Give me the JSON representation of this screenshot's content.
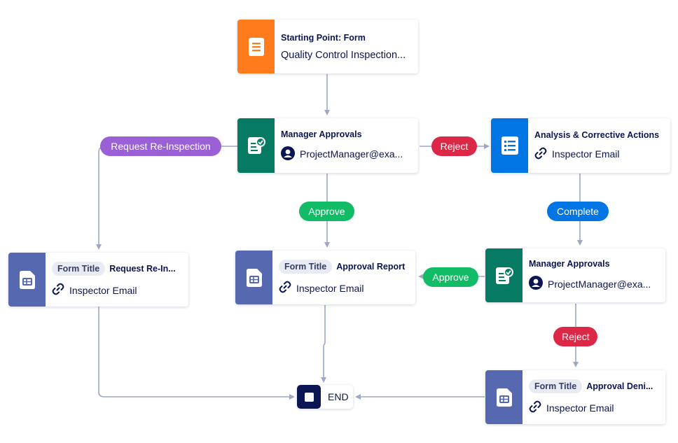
{
  "colors": {
    "orange": "#ff7b1c",
    "green": "#077a63",
    "blue": "#0075e3",
    "indigo": "#5568b0",
    "purple": "#9b60d6",
    "red": "#dc2846",
    "approve_green": "#12bc66",
    "navy": "#0a1551",
    "connector": "#a0a6c6"
  },
  "nodes": {
    "start": {
      "title": "Starting Point: Form",
      "subtitle": "Quality Control Inspection...",
      "icon": "form-icon"
    },
    "manager_approval_1": {
      "title": "Manager Approvals",
      "subtitle": "ProjectManager@exa...",
      "icon": "approval-icon",
      "sub_icon": "user-icon"
    },
    "analysis": {
      "title": "Analysis & Corrective Actions",
      "subtitle": "Inspector Email",
      "icon": "checklist-icon",
      "sub_icon": "link-icon"
    },
    "request_reinspection": {
      "chip": "Form Title",
      "title": "Request Re-In...",
      "subtitle": "Inspector Email",
      "icon": "form-table-icon",
      "sub_icon": "link-icon"
    },
    "approval_report": {
      "chip": "Form Title",
      "title": "Approval Report",
      "subtitle": "Inspector Email",
      "icon": "form-table-icon",
      "sub_icon": "link-icon"
    },
    "manager_approval_2": {
      "title": "Manager Approvals",
      "subtitle": "ProjectManager@exa...",
      "icon": "approval-icon",
      "sub_icon": "user-icon"
    },
    "approval_denied": {
      "chip": "Form Title",
      "title": "Approval Deni...",
      "subtitle": "Inspector Email",
      "icon": "form-table-icon",
      "sub_icon": "link-icon"
    },
    "end": {
      "label": "END",
      "icon": "stop-icon"
    }
  },
  "edge_labels": {
    "request_reinspection": "Request Re-Inspection",
    "reject_1": "Reject",
    "approve_1": "Approve",
    "complete": "Complete",
    "approve_2": "Approve",
    "reject_2": "Reject"
  }
}
